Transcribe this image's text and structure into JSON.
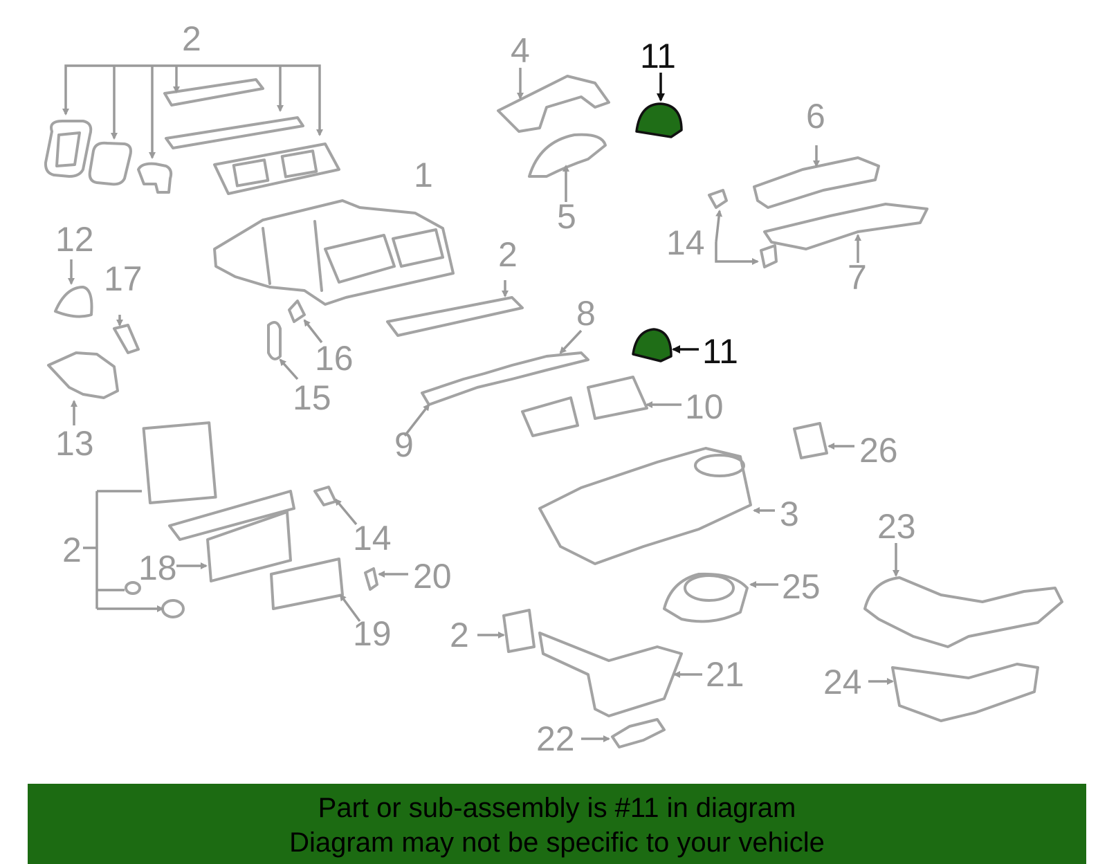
{
  "callouts": {
    "c1": "1",
    "c2a": "2",
    "c2b": "2",
    "c2c": "2",
    "c2d": "2",
    "c3": "3",
    "c4": "4",
    "c5": "5",
    "c6": "6",
    "c7": "7",
    "c8": "8",
    "c9": "9",
    "c10": "10",
    "c11a": "11",
    "c11b": "11",
    "c12": "12",
    "c13": "13",
    "c14a": "14",
    "c14b": "14",
    "c15": "15",
    "c16": "16",
    "c17": "17",
    "c18": "18",
    "c19": "19",
    "c20": "20",
    "c21": "21",
    "c22": "22",
    "c23": "23",
    "c24": "24",
    "c25": "25",
    "c26": "26"
  },
  "highlighted_part": "11",
  "colors": {
    "highlight": "#1f6e17",
    "banner": "#1c6b12",
    "part_outline": "#a3a3a3",
    "callout": "#9a9a9a"
  },
  "banner": {
    "line1": "Part or sub-assembly is #11 in diagram",
    "line2": "Diagram may not be specific to your vehicle"
  }
}
